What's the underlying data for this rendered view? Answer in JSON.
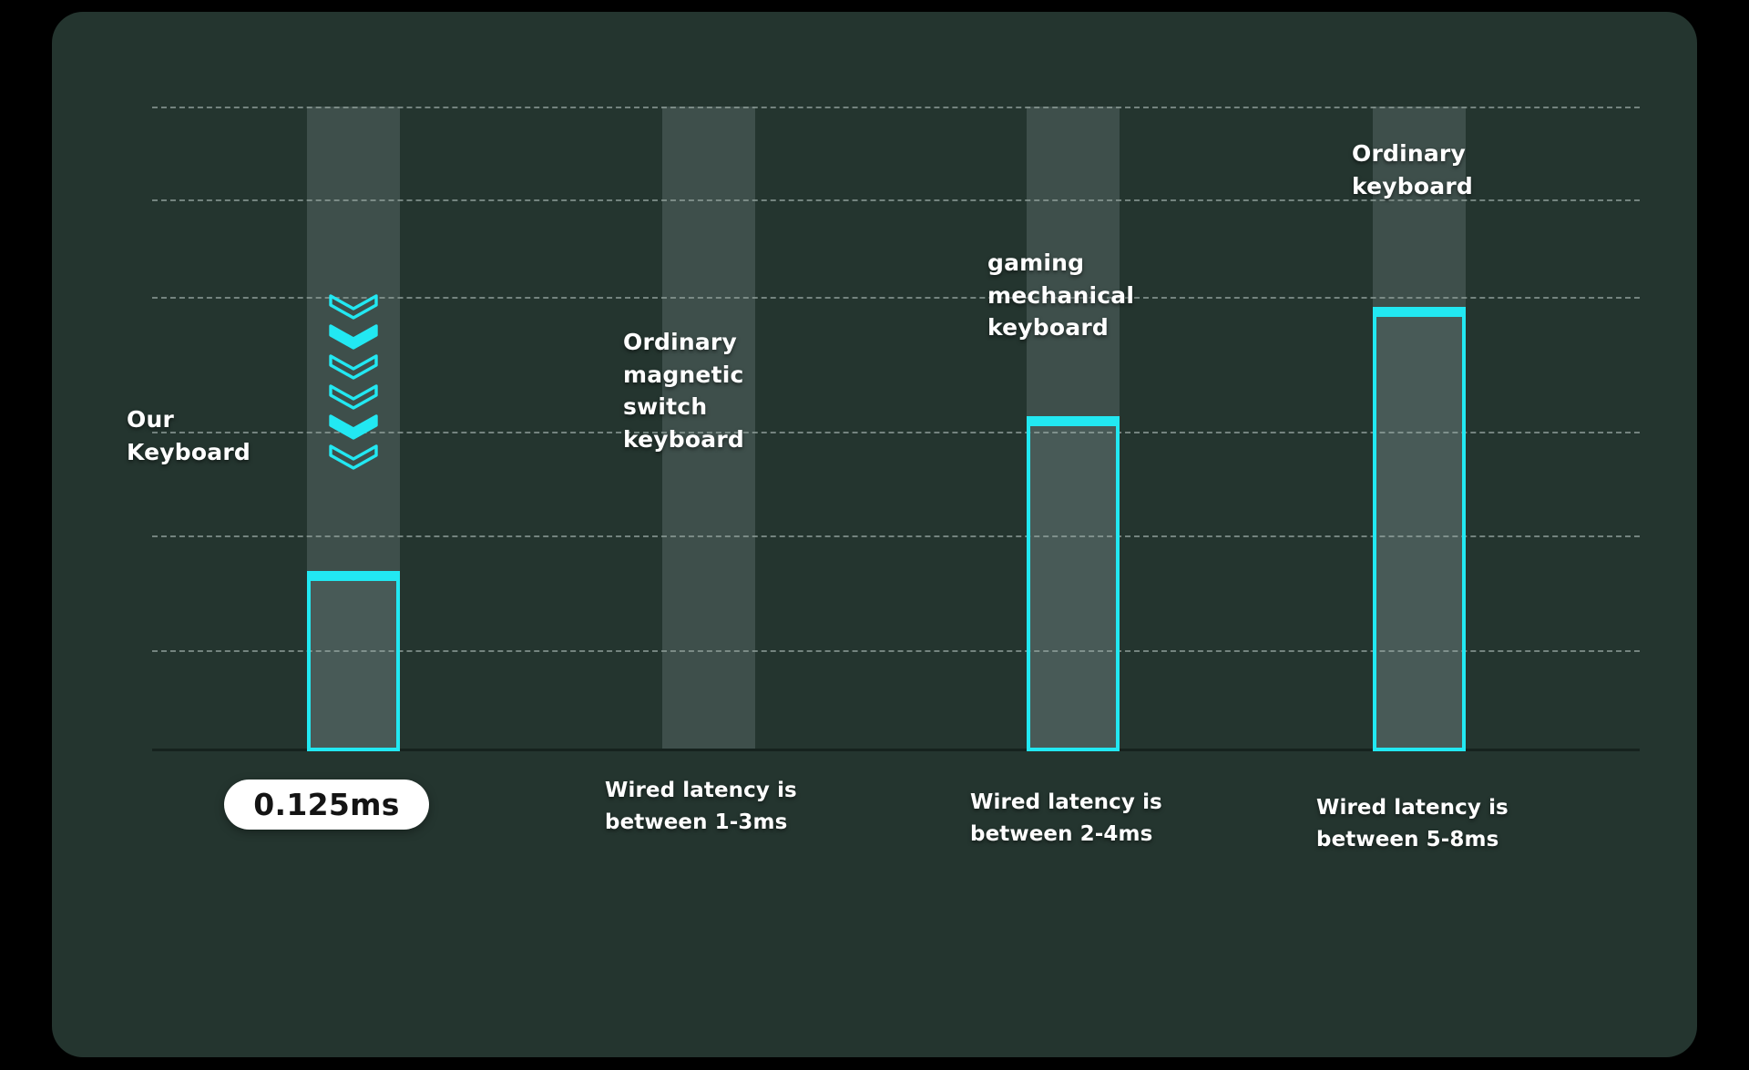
{
  "theme": {
    "page_background": "#000000",
    "card_background": "#24352F",
    "band_color": "#3E4F4B",
    "accent": "#22E8F2",
    "gridline_color": "#93a39e",
    "baseline_color": "#16221E",
    "text_color": "#FFFFFF",
    "pill_background": "#FFFFFF",
    "pill_text_color": "#141414"
  },
  "chart_data": {
    "type": "bar",
    "title": "",
    "subtitle": "",
    "xlabel": "",
    "ylabel": "",
    "grid": true,
    "legend_position": "none",
    "value_unit": "ms",
    "ylim": [
      0,
      8.6
    ],
    "categories": [
      "Our Keyboard",
      "Ordinary magnetic switch keyboard",
      "gaming mechanical keyboard",
      "Ordinary keyboard"
    ],
    "values": [
      0.125,
      0,
      4,
      8
    ],
    "series": [
      {
        "name": "Wired latency",
        "values": [
          0.125,
          0,
          4,
          8
        ]
      }
    ],
    "annotations": [
      "0.125ms",
      "Wired latency is between 1-3ms",
      "Wired latency is between 2-4ms",
      "Wired latency is between 5-8ms"
    ],
    "bars": [
      {
        "id": "our-keyboard",
        "label": "Our\nKeyboard",
        "caption": "0.125ms",
        "value_text": "0.125ms",
        "latency_ms": 0.125,
        "has_bar": true,
        "has_chevrons": true,
        "highlight": true
      },
      {
        "id": "ordinary-magnetic-switch-keyboard",
        "label": "Ordinary\nmagnetic\nswitch\nkeyboard",
        "caption": "Wired latency is\nbetween 1-3ms",
        "value_text": "1-3ms",
        "latency_ms": null,
        "has_bar": false,
        "has_chevrons": false,
        "highlight": false
      },
      {
        "id": "gaming-mechanical-keyboard",
        "label": "gaming\nmechanical\nkeyboard",
        "caption": "Wired latency is\nbetween 2-4ms",
        "value_text": "2-4ms",
        "latency_ms": 4,
        "has_bar": true,
        "has_chevrons": false,
        "highlight": false
      },
      {
        "id": "ordinary-keyboard",
        "label": "Ordinary\nkeyboard",
        "caption": "Wired latency is\nbetween 5-8ms",
        "value_text": "5-8ms",
        "latency_ms": 8,
        "has_bar": true,
        "has_chevrons": false,
        "highlight": false
      }
    ],
    "gridlines_count": 6,
    "chevron_count": 6,
    "chevron_filled_indices": [
      1,
      4
    ]
  }
}
